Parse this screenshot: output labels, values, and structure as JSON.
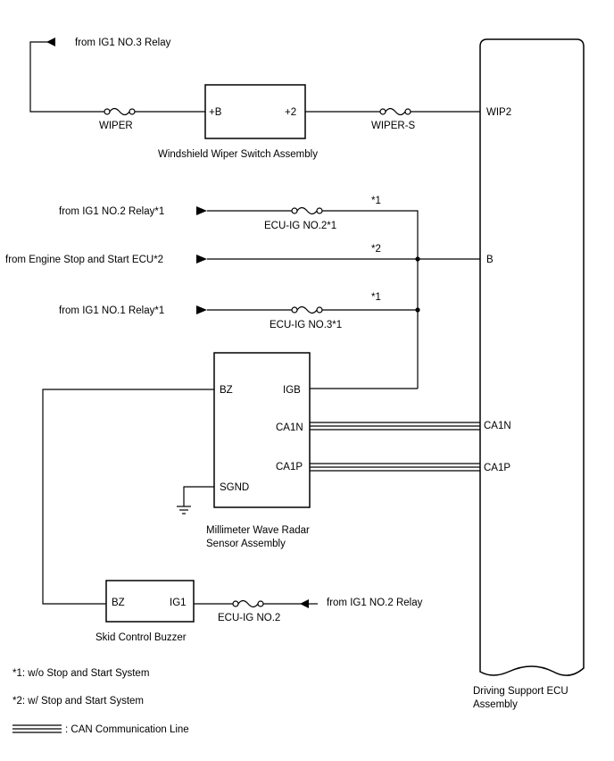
{
  "sources": {
    "ig1_no3": "from IG1 NO.3 Relay",
    "ig1_no2_star": "from IG1 NO.2 Relay*1",
    "engine_stop": "from Engine Stop and Start ECU*2",
    "ig1_no1_star": "from IG1 NO.1 Relay*1",
    "ig1_no2": "from IG1 NO.2 Relay"
  },
  "fuses": {
    "wiper": "WIPER",
    "wiper_s": "WIPER-S",
    "ecu_ig_no2_star": "ECU-IG NO.2*1",
    "ecu_ig_no3_star": "ECU-IG NO.3*1",
    "ecu_ig_no2": "ECU-IG NO.2"
  },
  "marks": {
    "star1_a": "*1",
    "star2": "*2",
    "star1_b": "*1"
  },
  "wiper_switch": {
    "name": "Windshield Wiper Switch Assembly",
    "pin_b": "+B",
    "pin_2": "+2"
  },
  "radar": {
    "name_line1": "Millimeter Wave Radar",
    "name_line2": "Sensor Assembly",
    "pin_bz": "BZ",
    "pin_igb": "IGB",
    "pin_ca1n": "CA1N",
    "pin_ca1p": "CA1P",
    "pin_sgnd": "SGND"
  },
  "buzzer": {
    "name": "Skid Control Buzzer",
    "pin_bz": "BZ",
    "pin_ig1": "IG1"
  },
  "ecu": {
    "name_line1": "Driving Support ECU",
    "name_line2": "Assembly",
    "pin_wip2": "WIP2",
    "pin_b": "B",
    "pin_ca1n": "CA1N",
    "pin_ca1p": "CA1P"
  },
  "notes": {
    "note1": "*1: w/o Stop and Start System",
    "note2": "*2: w/ Stop and Start System",
    "legend": ": CAN Communication Line"
  }
}
